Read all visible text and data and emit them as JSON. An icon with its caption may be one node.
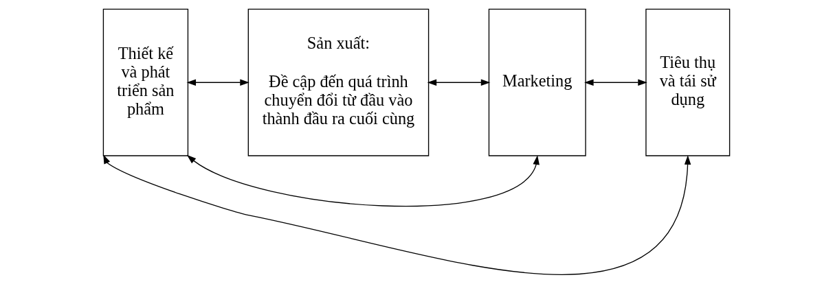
{
  "diagram": {
    "nodes": [
      {
        "text": [
          "Thiết kế và phát triển sản phẩm"
        ]
      },
      {
        "text": [
          "Sản xuất:",
          "Đề cập đến quá trình chuyển đổi từ đầu vào thành đầu ra cuối cùng"
        ]
      },
      {
        "text": [
          "Marketing"
        ]
      },
      {
        "text": [
          "Tiêu thụ và tái sử dụng"
        ]
      }
    ],
    "edges": [
      {
        "from": 0,
        "to": 1,
        "arrow": "both"
      },
      {
        "from": 1,
        "to": 2,
        "arrow": "both"
      },
      {
        "from": 2,
        "to": 3,
        "arrow": "both"
      },
      {
        "from": 2,
        "to": 0,
        "arrow": "both"
      },
      {
        "from": 3,
        "to": 0,
        "arrow": "both"
      }
    ]
  }
}
